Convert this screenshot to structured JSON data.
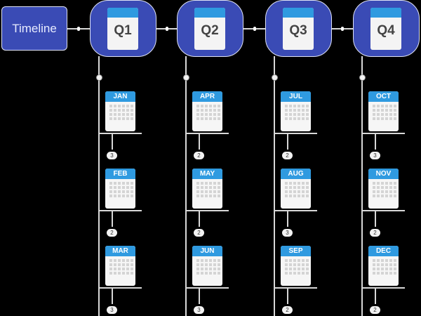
{
  "title": "Timeline",
  "quarters": [
    {
      "label": "Q1",
      "months": [
        {
          "name": "JAN",
          "count": "3"
        },
        {
          "name": "FEB",
          "count": "2"
        },
        {
          "name": "MAR",
          "count": "3"
        }
      ]
    },
    {
      "label": "Q2",
      "months": [
        {
          "name": "APR",
          "count": "2"
        },
        {
          "name": "MAY",
          "count": "2"
        },
        {
          "name": "JUN",
          "count": "3"
        }
      ]
    },
    {
      "label": "Q3",
      "months": [
        {
          "name": "JUL",
          "count": "2"
        },
        {
          "name": "AUG",
          "count": "3"
        },
        {
          "name": "SEP",
          "count": "2"
        }
      ]
    },
    {
      "label": "Q4",
      "months": [
        {
          "name": "OCT",
          "count": "3"
        },
        {
          "name": "NOV",
          "count": "2"
        },
        {
          "name": "DEC",
          "count": "2"
        }
      ]
    }
  ],
  "colors": {
    "box": "#3a4bb5",
    "calendar_header": "#2f9ae0",
    "background": "#000000"
  }
}
